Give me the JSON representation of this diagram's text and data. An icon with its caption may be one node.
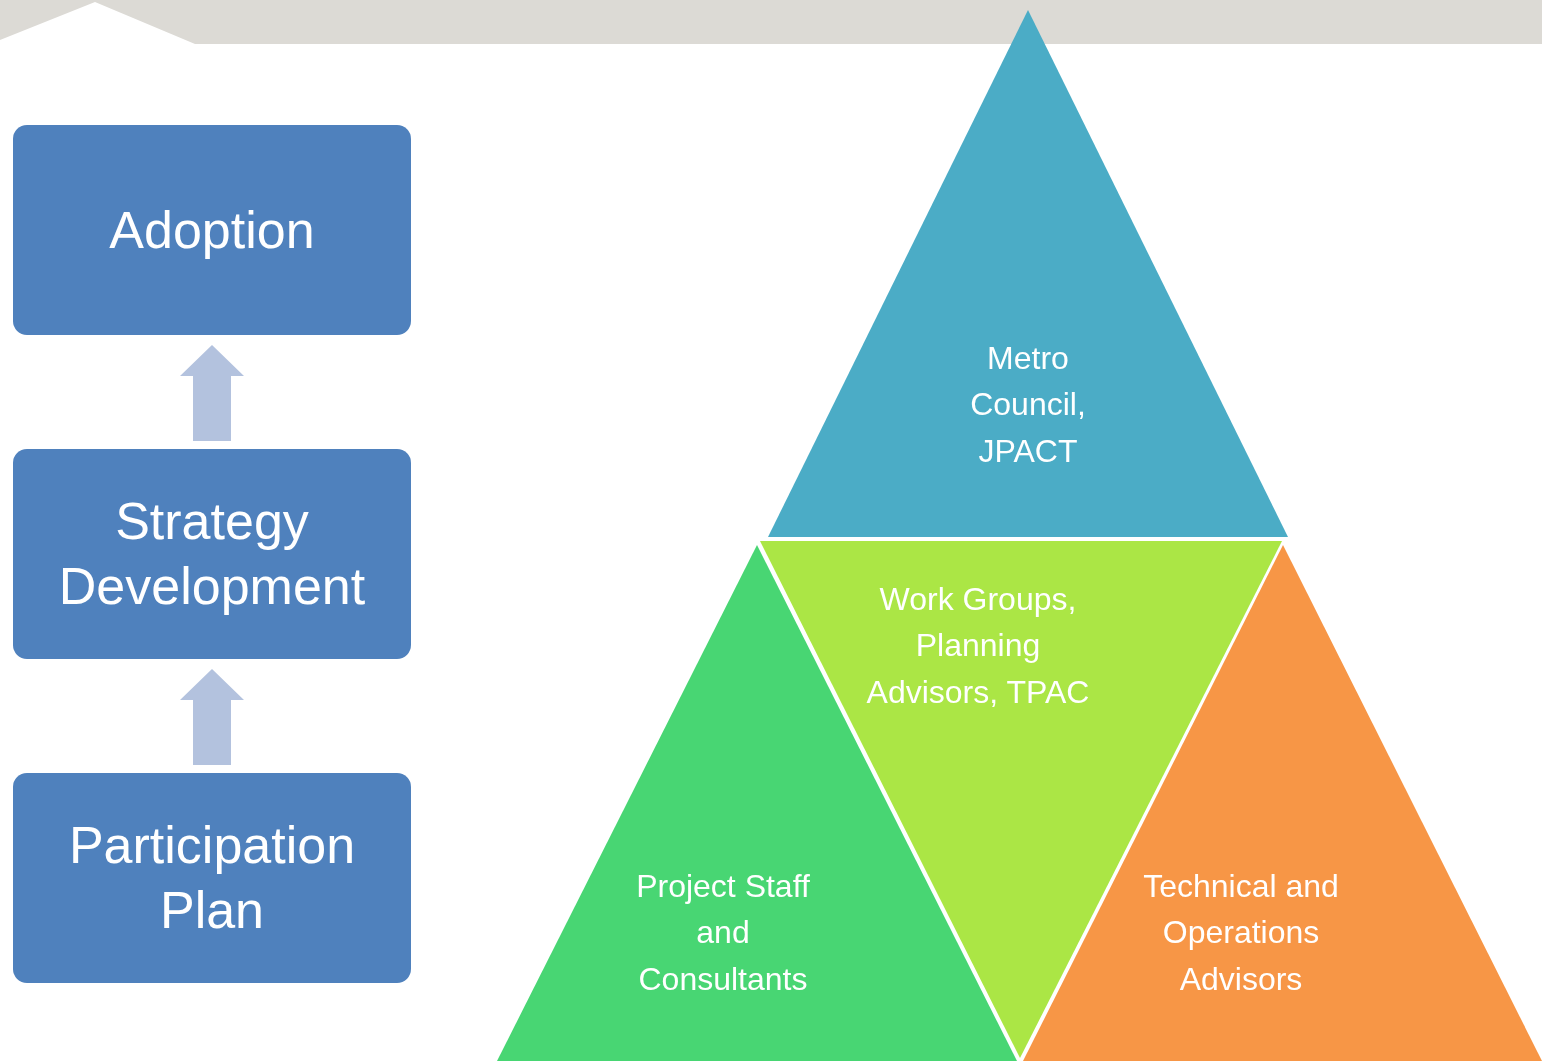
{
  "diagram": {
    "nodes": [
      {
        "text": [
          "Adoption"
        ]
      },
      {
        "text": [
          "Strategy Development"
        ]
      },
      {
        "text": [
          "Participation Plan"
        ]
      },
      {
        "text": [
          "Metro Council, JPACT"
        ]
      },
      {
        "text": [
          "Work Groups, Planning Advisors, TPAC"
        ]
      },
      {
        "text": [
          "Project Staff and Consultants"
        ]
      },
      {
        "text": [
          "Technical and Operations Advisors"
        ]
      }
    ],
    "edges": [
      {
        "from": 2,
        "to": 1,
        "arrow": "to",
        "style": "thick"
      },
      {
        "from": 1,
        "to": 0,
        "arrow": "to",
        "style": "thick"
      }
    ]
  }
}
